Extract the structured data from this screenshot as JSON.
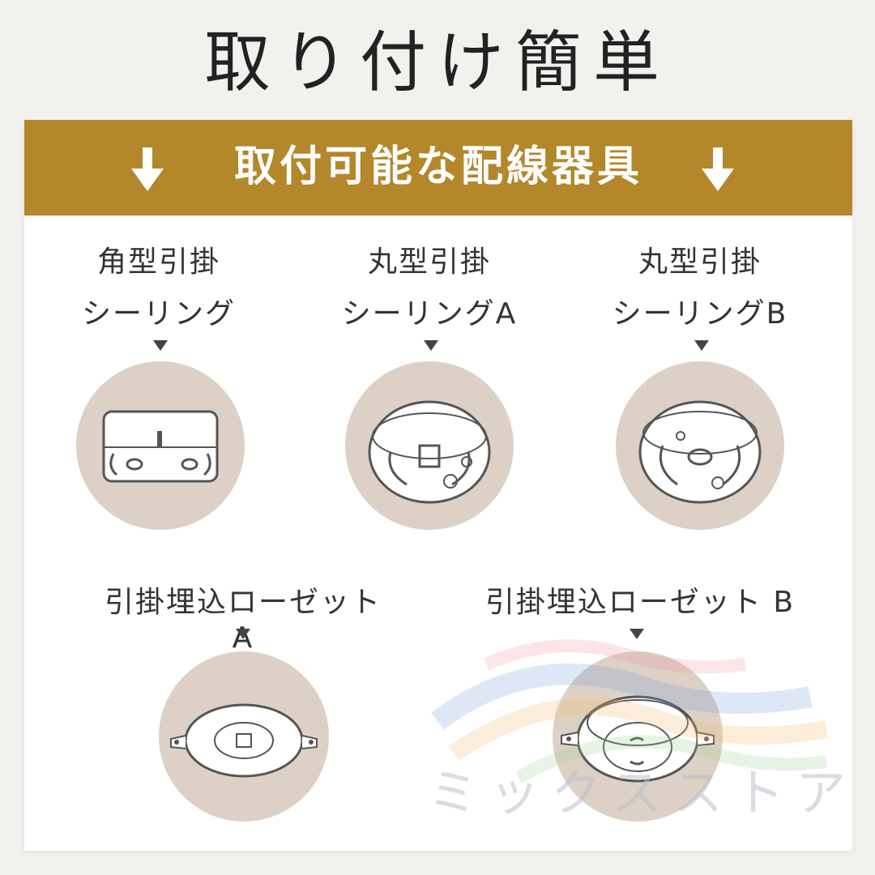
{
  "title": "取り付け簡単",
  "banner": {
    "text": "取付可能な配線器具",
    "arrow_icon": "down-arrow-icon",
    "color": "#b3872a"
  },
  "items": [
    {
      "line1": "角型引掛",
      "line2": "シーリング",
      "icon": "square-ceiling-fitting-icon"
    },
    {
      "line1": "丸型引掛",
      "line2": "シーリングA",
      "icon": "round-ceiling-fitting-a-icon"
    },
    {
      "line1": "丸型引掛",
      "line2": "シーリングB",
      "icon": "round-ceiling-fitting-b-icon"
    },
    {
      "line1": "引掛埋込ローゼット A",
      "icon": "flush-rosette-a-icon"
    },
    {
      "line1": "引掛埋込ローゼット B",
      "icon": "flush-rosette-b-icon"
    }
  ],
  "watermark": "ミックスストア",
  "colors": {
    "circle": "#dcd1c4",
    "background": "#f2f1ee"
  }
}
